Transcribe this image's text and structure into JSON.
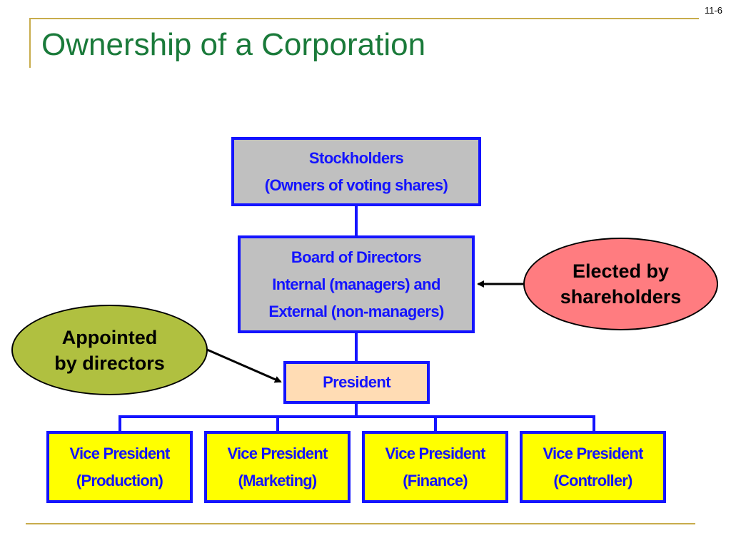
{
  "page_number": "11-6",
  "title": "Ownership of a Corporation",
  "colors": {
    "title": "#1a7a3a",
    "accent_line": "#c8ac4c",
    "box_border": "#1414ff",
    "stockholders_fill": "#c0c0c0",
    "board_fill": "#c0c0c0",
    "president_fill": "#ffdcb4",
    "vp_fill": "#ffff00",
    "elected_fill": "#ff7c80",
    "appointed_fill": "#b0c040"
  },
  "org_chart": {
    "stockholders": {
      "line1": "Stockholders",
      "line2": "(Owners of voting shares)"
    },
    "board": {
      "line1": "Board of Directors",
      "line2": "Internal (managers) and",
      "line3": "External (non-managers)"
    },
    "president": {
      "label": "President"
    },
    "vice_presidents": [
      {
        "line1": "Vice President",
        "line2": "(Production)"
      },
      {
        "line1": "Vice President",
        "line2": "(Marketing)"
      },
      {
        "line1": "Vice President",
        "line2": "(Finance)"
      },
      {
        "line1": "Vice President",
        "line2": "(Controller)"
      }
    ]
  },
  "callouts": {
    "elected": {
      "line1": "Elected by",
      "line2": "shareholders"
    },
    "appointed": {
      "line1": "Appointed",
      "line2": "by directors"
    }
  }
}
